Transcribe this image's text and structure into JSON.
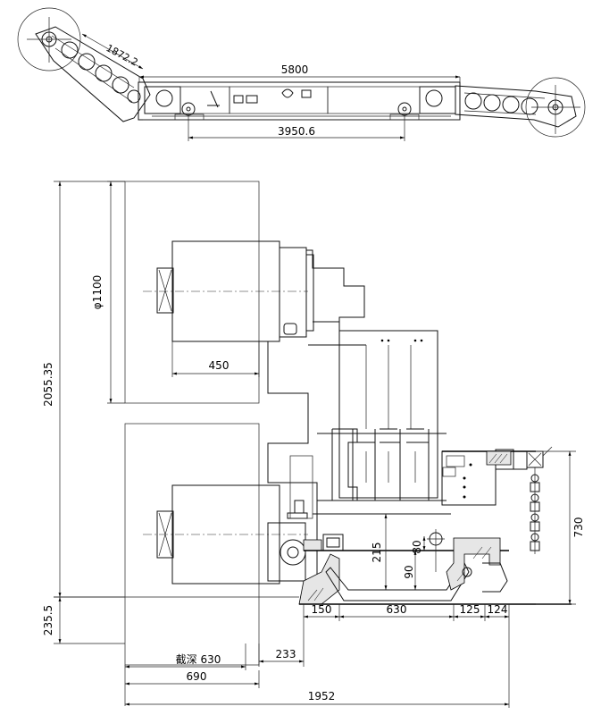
{
  "side_view": {
    "length_5800": "5800",
    "wheelbase_3950": "3950.6",
    "arm_1872": "1872.2"
  },
  "plan_view": {
    "drum_diameter": "φ1100",
    "drum_width_450": "450",
    "total_height_2055": "2055.35",
    "height_730": "730",
    "height_215": "215",
    "height_90": "90",
    "height_80": "80",
    "bottom_235": "235.5",
    "w_150": "150",
    "w_630": "630",
    "w_125": "125",
    "w_124": "124",
    "w_233": "233",
    "cut_depth": "截深 630",
    "w_690": "690",
    "w_1952": "1952"
  }
}
